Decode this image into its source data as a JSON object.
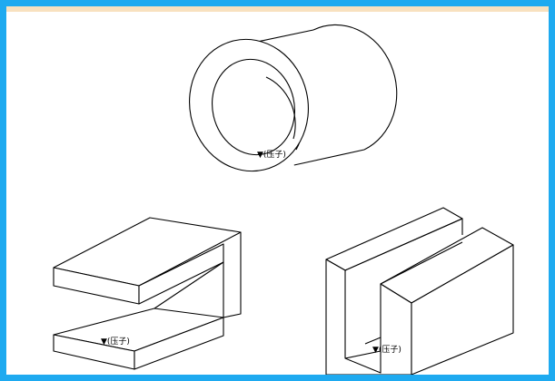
{
  "drawings": {
    "pipe": {
      "label": "▼(压子)"
    },
    "c_bracket": {
      "label": "▼(压子)"
    },
    "u_channel": {
      "label": "▼(压子)"
    }
  },
  "colors": {
    "frame_border": "#1eaaf0",
    "line": "#000000",
    "background": "#ffffff"
  }
}
